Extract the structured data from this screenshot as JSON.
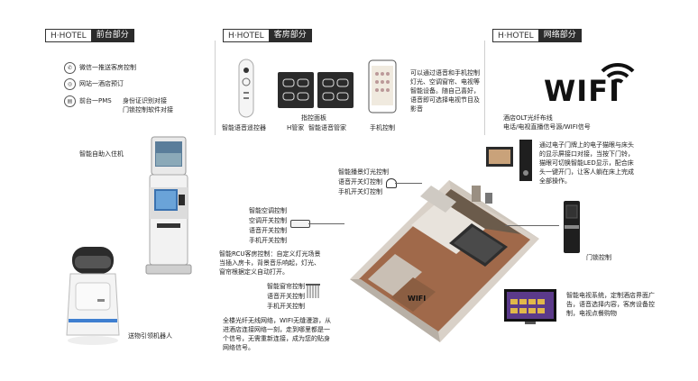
{
  "headers": {
    "front": {
      "brand": "H·HOTEL",
      "section": "前台部分"
    },
    "room": {
      "brand": "H·HOTEL",
      "section": "客房部分"
    },
    "network": {
      "brand": "H·HOTEL",
      "section": "网络部分"
    }
  },
  "front_desk": {
    "items": [
      {
        "icon": "wechat-icon",
        "text": "微信一推送客房控制"
      },
      {
        "icon": "web-icon",
        "text": "网站一酒店预订"
      },
      {
        "icon": "desk-icon",
        "text": "前台一PMS",
        "extra1": "身份证识别对接",
        "extra2": "门锁控制软件对接"
      }
    ],
    "kiosk_label": "智能自助入住机",
    "robot_label": "送物引领机器人"
  },
  "room_devices": {
    "remote_label": "智能语音遥控器",
    "panel_title": "指控面板",
    "panel_sub1": "H管家",
    "panel_sub2": "智能语音管家",
    "phone_label": "手机控制",
    "description": "可以通过语音和手机控制灯光、空调窗帘、电视等智能设备。随自己喜好，语音即可选择电视节目及影音"
  },
  "network": {
    "wifi_logo": "WIFI",
    "line1": "酒店OLT光纤布线",
    "line2": "电话/电视直播信号源/WIFI信号"
  },
  "callouts": {
    "lighting": [
      "智能播景灯光控制",
      "语音开关灯控制",
      "手机开关灯控制"
    ],
    "aircon": [
      "智能空调控制",
      "空调开关控制",
      "语音开关控制",
      "手机开关控制"
    ],
    "rcu": "智能RCU客房控制：自定义灯光场景当插入房卡，背景音乐响起，灯光、窗帘根据定义自动打开。",
    "curtain": [
      "智能窗帘控制",
      "语音开关控制",
      "手机开关控制"
    ],
    "wifi_desc": "全楼光纤无线网络，WIFI无缝漫游，从进酒店连接网络一刻，走到哪里都是一个信号，无需重新连接，成为您的贴身网络信号。",
    "doorbell": "通过电子门牌上的电子猫眼与床头的显示屏接口对接，当按下门铃，猫眼可切换智能LED显示，配合床头一键开门，让客人躺在床上完成全部操作。",
    "doorlock": "门锁控制",
    "tv": "智能电视系统，定制酒店界面广告，语音选择内容，客房设备控制，电视点餐购物"
  },
  "floor_plan": {
    "wifi_mark": "WIFI"
  },
  "colors": {
    "header_bg": "#2b2b2b",
    "wifi_text": "#111111",
    "floor": "#a0694a",
    "robot_accent": "#3f7fd0"
  }
}
